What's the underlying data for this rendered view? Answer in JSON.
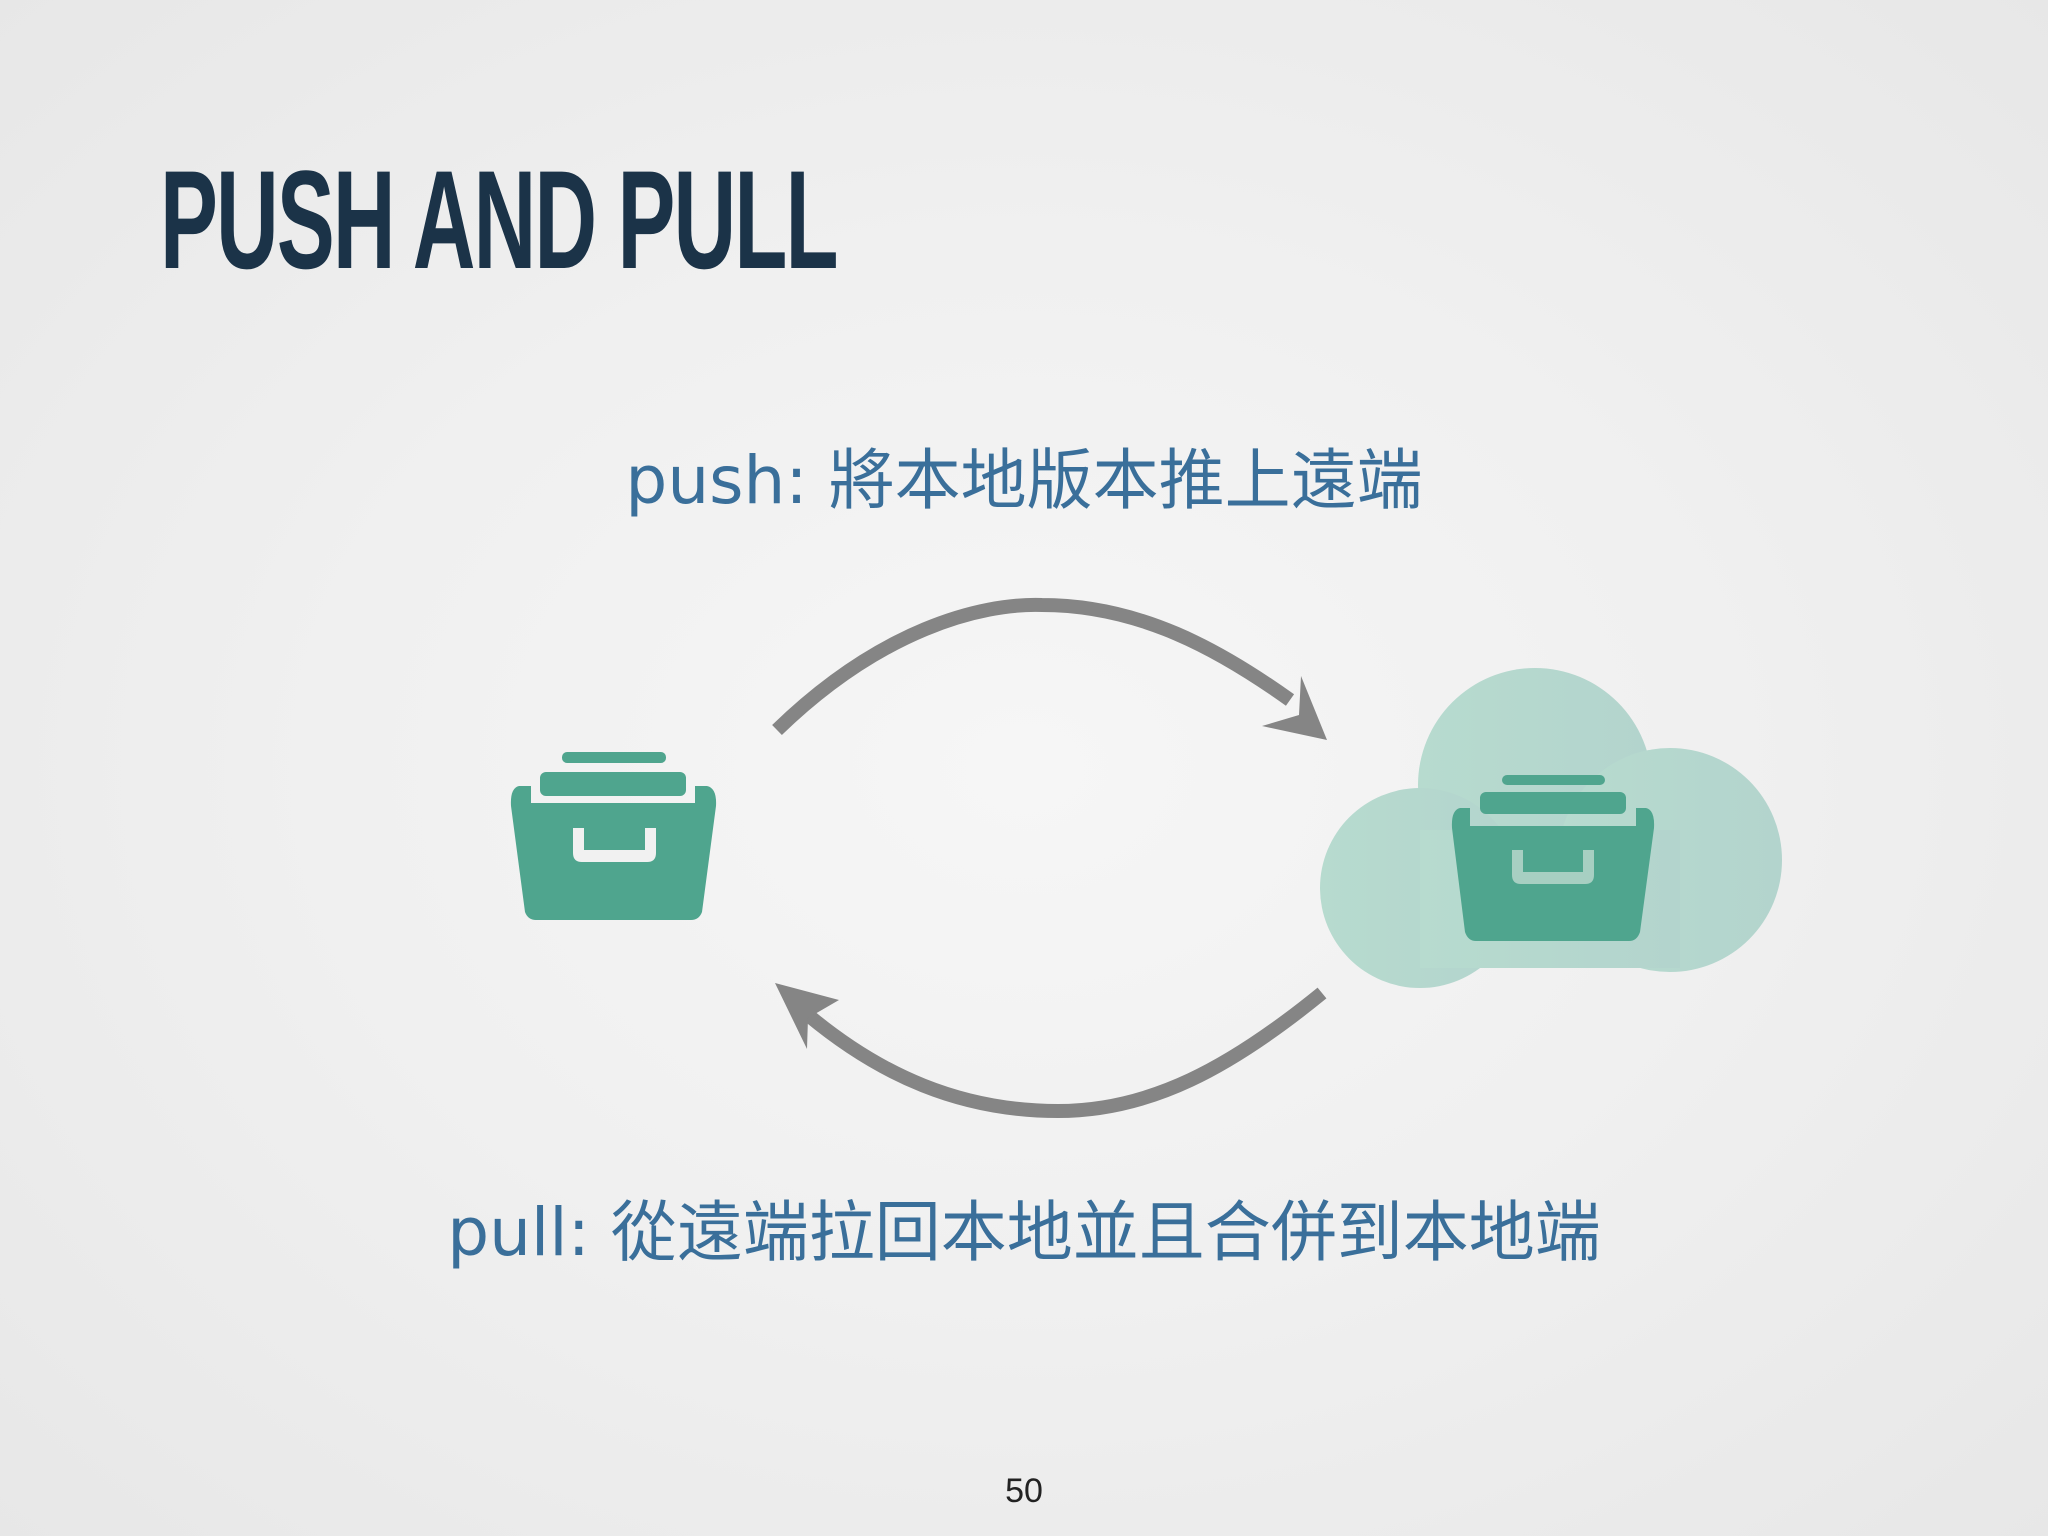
{
  "slide": {
    "title": "PUSH AND PULL",
    "page_number": "50"
  },
  "push": {
    "caption": "push: 將本地版本推上遠端"
  },
  "pull": {
    "caption": "pull: 從遠端拉回本地並且合併到本地端"
  },
  "icons": {
    "local": "file-cabinet-icon",
    "remote": "cloud-icon",
    "remote_inner": "file-cabinet-icon"
  },
  "colors": {
    "title": "#1b3348",
    "caption": "#3a6f9a",
    "box": "#4fa58e",
    "cloud": "#b3d8cc",
    "arrow": "#858585"
  }
}
